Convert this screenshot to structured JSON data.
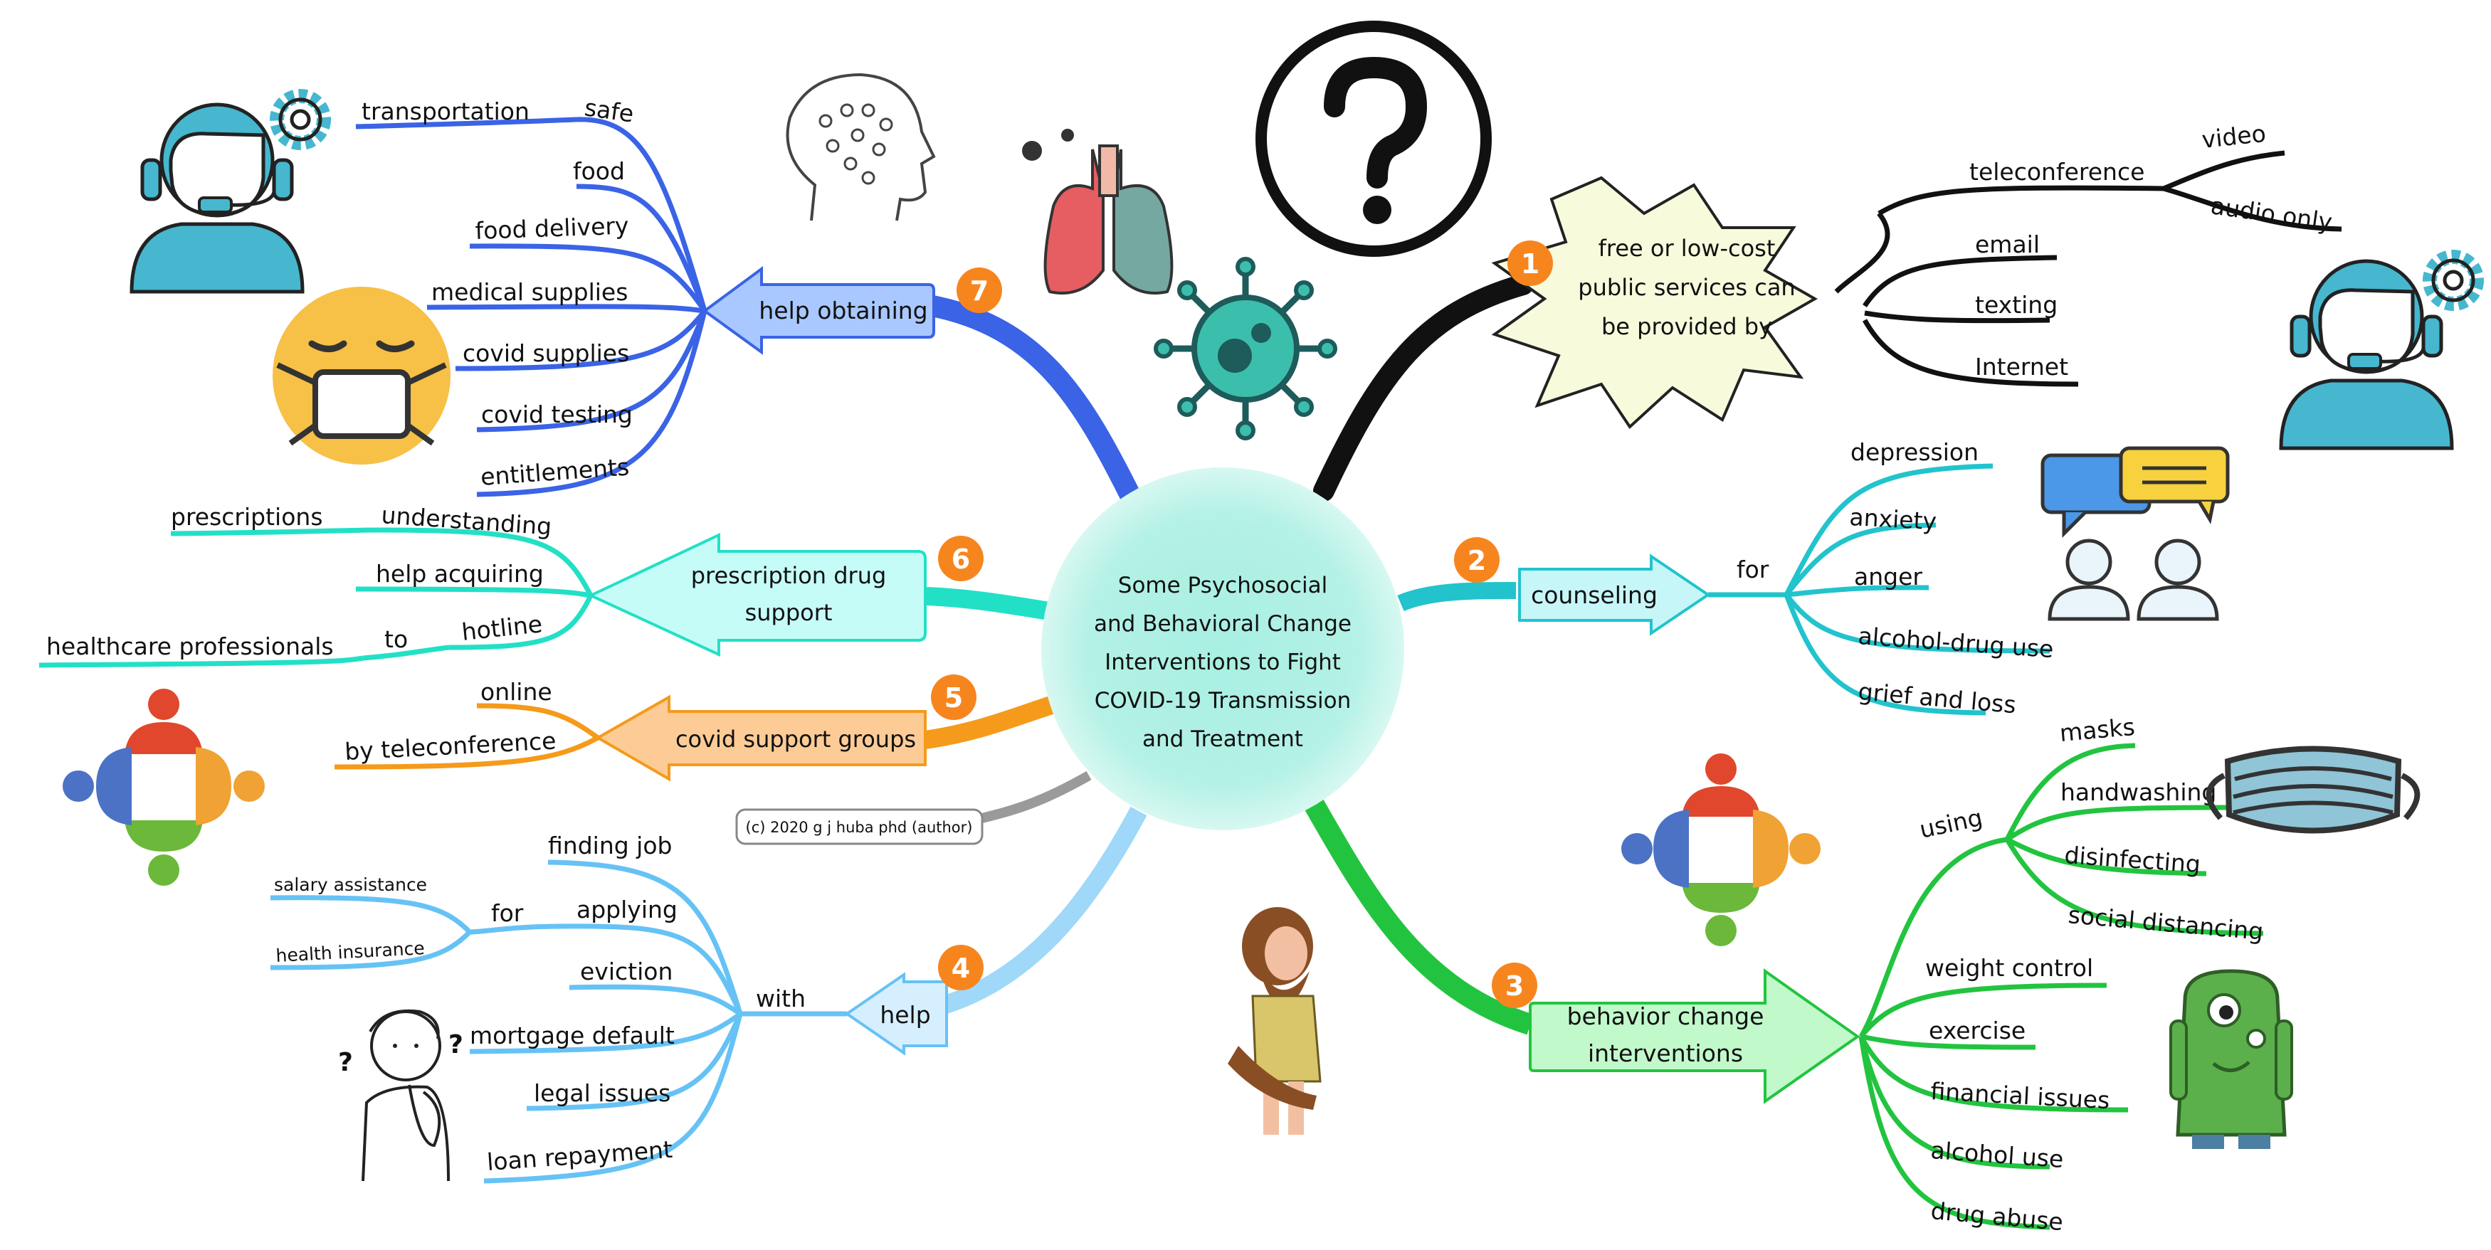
{
  "center": {
    "lines": [
      "Some Psychosocial",
      "and Behavioral Change",
      "Interventions to Fight",
      "COVID-19 Transmission",
      "and Treatment"
    ]
  },
  "copyright": "(c) 2020 g j huba phd (author)",
  "branches": {
    "b1": {
      "number": "1",
      "lines": [
        "free or low-cost",
        "public services can",
        "be provided by"
      ],
      "teleconference": "teleconference",
      "video": "video",
      "audio_only": "audio only",
      "email": "email",
      "texting": "texting",
      "internet": "Internet",
      "color": "#111111"
    },
    "b2": {
      "number": "2",
      "label": "counseling",
      "for": "for",
      "items": [
        "depression",
        "anxiety",
        "anger",
        "alcohol-drug use",
        "grief and loss"
      ],
      "color": "#22c3cc"
    },
    "b3": {
      "number": "3",
      "lines": [
        "behavior change",
        "interventions"
      ],
      "using": "using",
      "using_items": [
        "masks",
        "handwashing",
        "disinfecting",
        "social distancing"
      ],
      "items": [
        "weight control",
        "exercise",
        "financial issues",
        "alcohol use",
        "drug abuse"
      ],
      "color": "#22c43f"
    },
    "b4": {
      "number": "4",
      "label": "help",
      "with": "with",
      "items": [
        "finding job",
        "applying",
        "eviction",
        "mortgage default",
        "legal issues",
        "loan repayment"
      ],
      "for": "for",
      "for_items": [
        "salary assistance",
        "health insurance"
      ],
      "color": "#66c2f5"
    },
    "b5": {
      "number": "5",
      "label": "covid support groups",
      "items": [
        "online",
        "by teleconference"
      ],
      "color": "#f59a1a"
    },
    "b6": {
      "number": "6",
      "lines": [
        "prescription drug",
        "support"
      ],
      "understanding": "understanding",
      "prescriptions": "prescriptions",
      "help_acquiring": "help acquiring",
      "hotline": "hotline",
      "to": "to",
      "healthcare_professionals": "healthcare professionals",
      "color": "#22e0c6"
    },
    "b7": {
      "number": "7",
      "label": "help obtaining",
      "safe": "safe",
      "transportation": "transportation",
      "items": [
        "food",
        "food delivery",
        "medical supplies",
        "covid supplies",
        "covid testing",
        "entitlements"
      ],
      "color": "#3a63e6"
    }
  },
  "icons": [
    "call-center-agent-icon",
    "gear-icon",
    "masked-face-emoji-icon",
    "brain-icon",
    "lungs-icon",
    "virus-icon",
    "question-mark-icon",
    "chat-people-icon",
    "group-circle-icon",
    "caveman-icon",
    "monster-icon",
    "face-mask-icon",
    "thinking-person-icon"
  ]
}
